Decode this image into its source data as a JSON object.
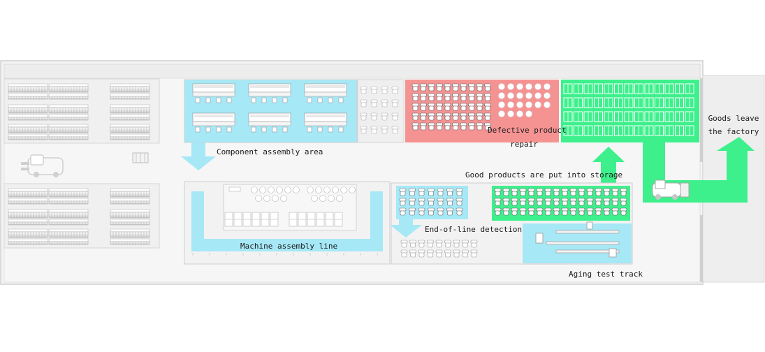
{
  "labels": {
    "component_assembly": "Component assembly area",
    "defective_line1": "Defective product",
    "defective_line2": "repair",
    "goods_leave_line1": "Goods leave",
    "goods_leave_line2": "the factory",
    "good_products": "Good products are put into storage",
    "end_of_line": "End-of-line detection",
    "machine_assembly": "Machine assembly line",
    "aging_test": "Aging test track"
  },
  "colors": {
    "cyan": "#a6e8f6",
    "green": "#3ef08c",
    "red": "#f59393",
    "floor": "#f3f3f3",
    "wall": "#d9d9d9",
    "equipment": "#cfcfcf"
  },
  "icons": {
    "forklift": "forklift-icon",
    "cart": "cart-icon"
  }
}
